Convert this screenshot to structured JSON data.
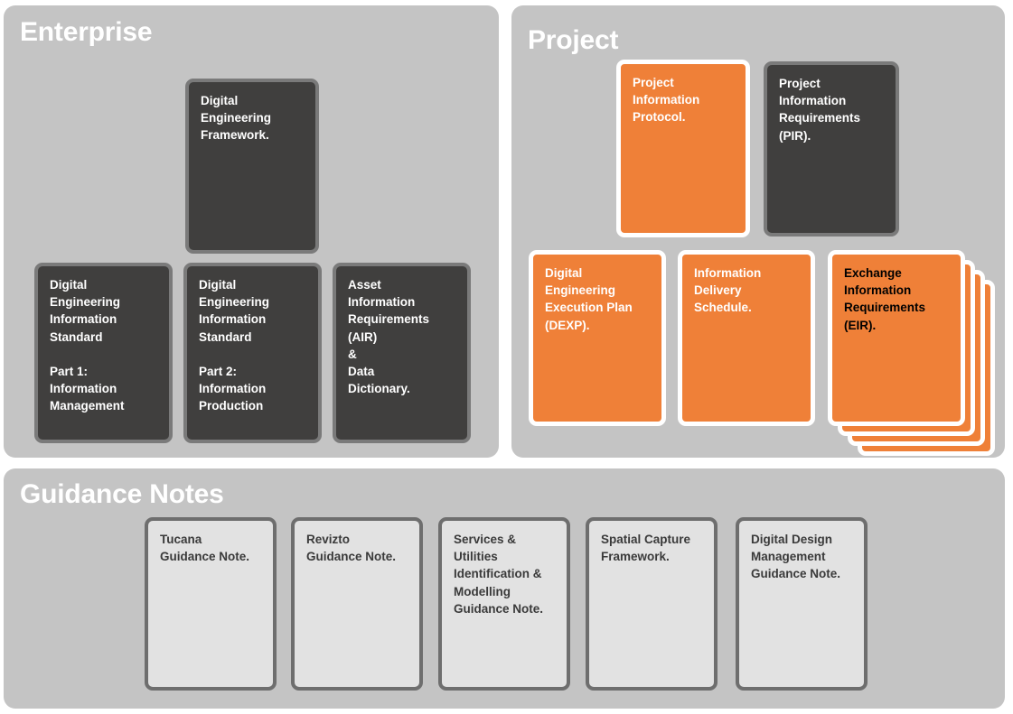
{
  "panels": {
    "enterprise": {
      "title": "Enterprise"
    },
    "project": {
      "title": "Project"
    },
    "guidance": {
      "title": "Guidance Notes"
    }
  },
  "colors": {
    "page_background": "#ffffff",
    "panel_background": "#c4c4c4",
    "card_dark_fill": "#403f3e",
    "card_dark_border": "#7a7a7a",
    "card_orange_fill": "#ef8038",
    "card_orange_border": "#ffffff",
    "card_light_fill": "#e2e2e2",
    "card_light_border": "#6e6e6e",
    "panel_title_text": "#ffffff",
    "dark_card_text": "#ffffff",
    "light_card_text": "#3a3a3a"
  },
  "enterprise_cards": [
    {
      "id": "digital-engineering-framework",
      "label": "Digital\nEngineering\nFramework.",
      "style": "dark"
    },
    {
      "id": "deis-part-1",
      "label": "Digital\nEngineering\nInformation\nStandard\n\nPart 1:\nInformation\nManagement",
      "style": "dark"
    },
    {
      "id": "deis-part-2",
      "label": "Digital\nEngineering\nInformation\nStandard\n\nPart 2:\nInformation\nProduction",
      "style": "dark"
    },
    {
      "id": "air-and-data-dictionary",
      "label": "Asset\nInformation\nRequirements\n(AIR)\n &\nData\nDictionary.",
      "style": "dark"
    }
  ],
  "project_cards": [
    {
      "id": "project-information-protocol",
      "label": "Project\nInformation\nProtocol.",
      "style": "orange"
    },
    {
      "id": "project-information-requirements",
      "label": "Project\nInformation\nRequirements\n(PIR).",
      "style": "dark"
    },
    {
      "id": "dexp",
      "label": "Digital\nEngineering\nExecution Plan\n(DEXP).",
      "style": "orange"
    },
    {
      "id": "information-delivery-schedule",
      "label": "Information\nDelivery\nSchedule.",
      "style": "orange"
    },
    {
      "id": "exchange-information-requirements",
      "label": "Exchange\nInformation\nRequirements\n(EIR).",
      "style": "orange",
      "stack_count": 4
    }
  ],
  "guidance_cards": [
    {
      "id": "tucana-guidance-note",
      "label": "Tucana\nGuidance Note."
    },
    {
      "id": "revizto-guidance-note",
      "label": "Revizto\nGuidance Note."
    },
    {
      "id": "services-utilities-guidance-note",
      "label": "Services &\nUtilities\nIdentification &\nModelling\nGuidance Note."
    },
    {
      "id": "spatial-capture-framework",
      "label": "Spatial Capture\nFramework."
    },
    {
      "id": "digital-design-management-guidance-note",
      "label": "Digital Design\nManagement\nGuidance Note."
    }
  ]
}
